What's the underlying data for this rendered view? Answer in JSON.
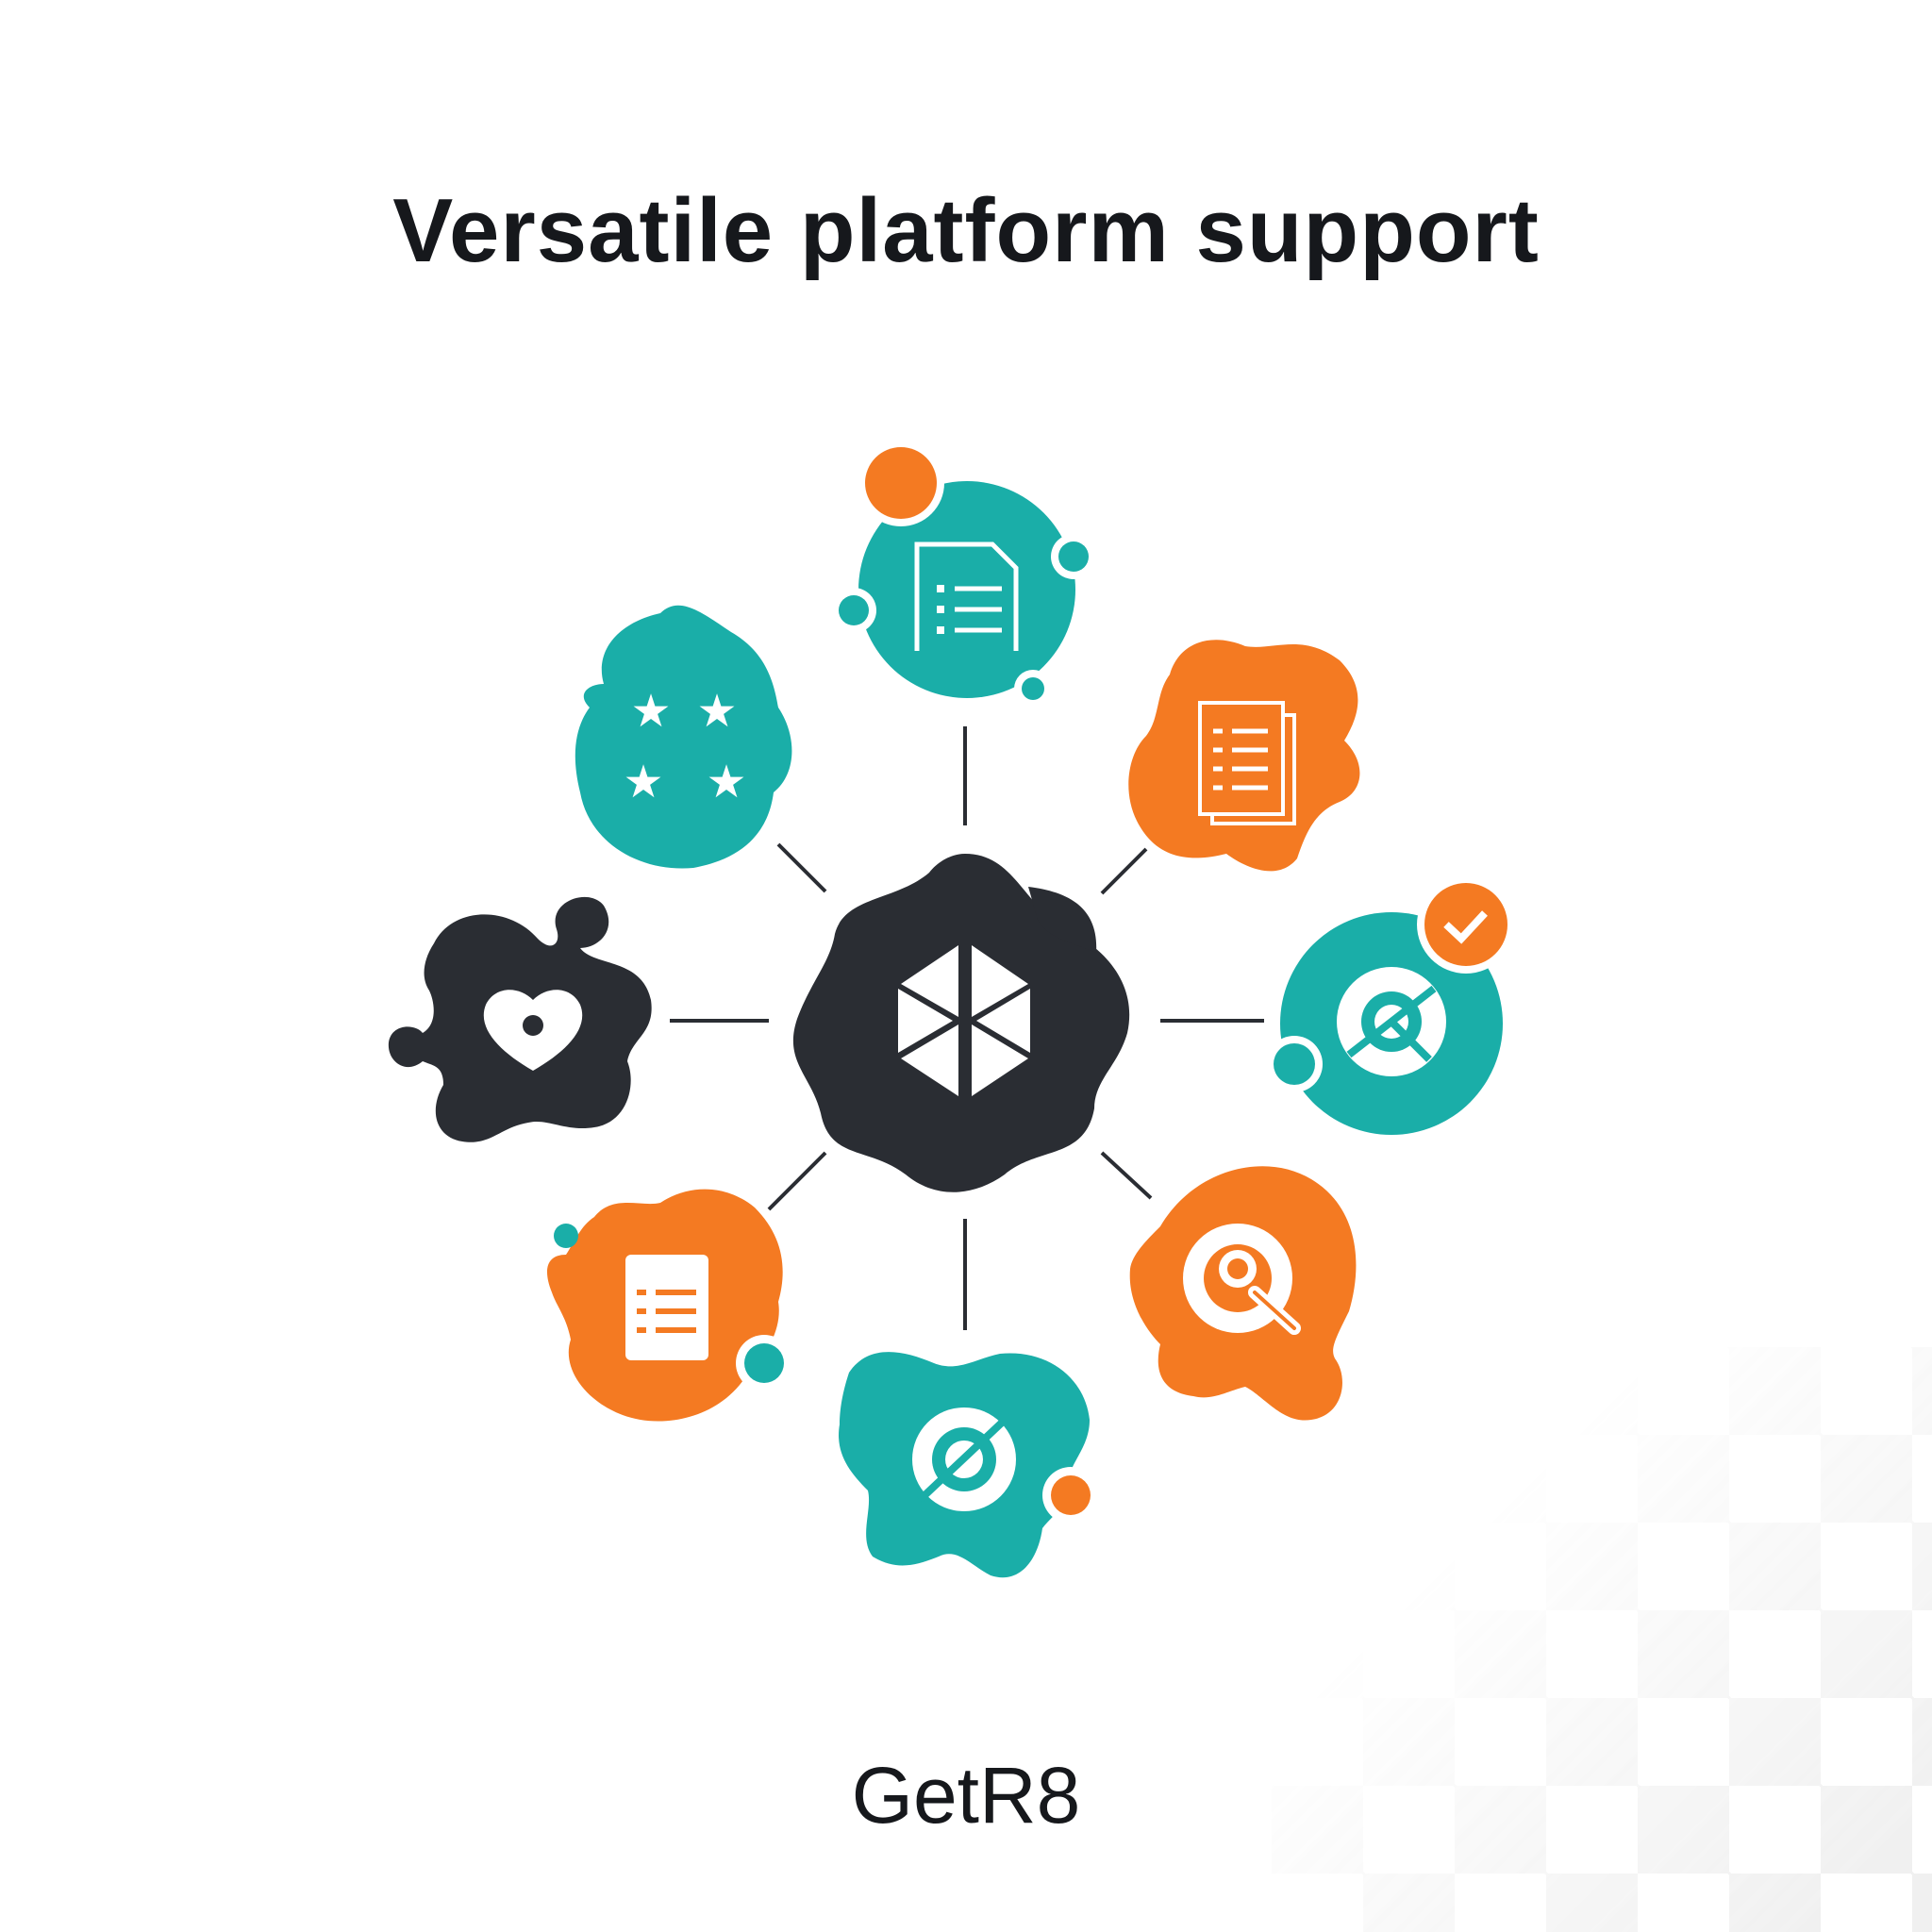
{
  "title": "Versatile platform support",
  "brand": "GetR8",
  "colors": {
    "teal": "#1aaea8",
    "orange": "#f47a22",
    "dark": "#2a2d33",
    "background": "#ffffff",
    "text": "#16181c"
  },
  "diagram": {
    "center": {
      "icon": "cube-icon",
      "color": "dark"
    },
    "nodes": [
      {
        "position": "top",
        "icon": "document-list-icon",
        "color": "teal"
      },
      {
        "position": "top-right",
        "icon": "report-list-icon",
        "color": "orange"
      },
      {
        "position": "right",
        "icon": "target-check-icon",
        "color": "teal"
      },
      {
        "position": "bottom-right",
        "icon": "search-user-icon",
        "color": "orange"
      },
      {
        "position": "bottom",
        "icon": "target-link-icon",
        "color": "teal"
      },
      {
        "position": "bottom-left",
        "icon": "checklist-icon",
        "color": "orange"
      },
      {
        "position": "left",
        "icon": "heart-icon",
        "color": "dark"
      },
      {
        "position": "top-left",
        "icon": "stars-rating-icon",
        "color": "teal"
      }
    ]
  }
}
